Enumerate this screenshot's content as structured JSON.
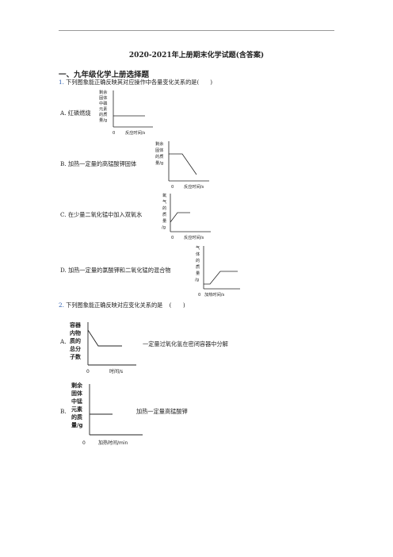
{
  "title": "2020-2021年上册期末化学试题(含答案)",
  "section": "一、九年级化学上册选择题",
  "q1": {
    "num": "1.",
    "text": "下列图象能正确反映其对应操作中各量变化关系的是(",
    "paren_close": ")",
    "options": [
      {
        "label": "A.",
        "text": "红磷燃烧",
        "ylabel": [
          "剩余",
          "固体",
          "中磷",
          "元素",
          "的质",
          "量/g"
        ],
        "origin": "0",
        "xlabel": "反应时间/s"
      },
      {
        "label": "B.",
        "text": "加热一定量的高锰酸钾固体",
        "ylabel": [
          "剩余",
          "固体",
          "的质",
          "量/g"
        ],
        "origin": "0",
        "xlabel": "反应时间/s"
      },
      {
        "label": "C.",
        "text": "在少量二氧化锰中加入双氧水",
        "ylabel": [
          "氧",
          "气",
          "的",
          "质",
          "量",
          "/g"
        ],
        "origin": "0",
        "xlabel": "反应时间/s"
      },
      {
        "label": "D.",
        "text": "加热一定量的氯酸钾和二氧化锰的混合物",
        "ylabel": [
          "气",
          "体",
          "的",
          "质",
          "量",
          "/g"
        ],
        "origin": "0",
        "xlabel": "加热时间/s"
      }
    ]
  },
  "q2": {
    "num": "2.",
    "text": "下列图象能正确反映对应变化关系的是",
    "paren": "(　　)",
    "options": [
      {
        "label": "A.",
        "text": "一定量过氧化氢在密闭容器中分解",
        "ylabel": [
          "容器",
          "内物",
          "质的",
          "总分",
          "子数"
        ],
        "origin": "0",
        "xlabel": "时间/s"
      },
      {
        "label": "B.",
        "text": "加热一定量高锰酸钾",
        "ylabel": [
          "剩余",
          "固体",
          "中锰",
          "元素",
          "的质",
          "量/g"
        ],
        "origin": "0",
        "xlabel": "加热时间/min"
      }
    ]
  }
}
